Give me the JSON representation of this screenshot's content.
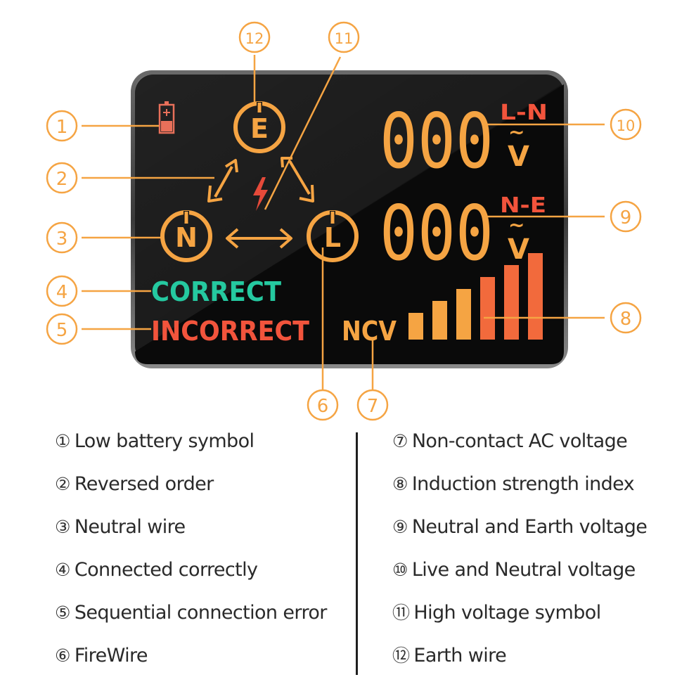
{
  "colors": {
    "accent": "#f5a443",
    "screen": "#121212",
    "correct": "#25c9a0",
    "incorrect": "#f2543c",
    "bar_high": "#f26a3c",
    "battery": "#e8705a"
  },
  "callouts": [
    "①",
    "②",
    "③",
    "④",
    "⑤",
    "⑥",
    "⑦",
    "⑧",
    "⑨",
    "⑩",
    "⑪",
    "⑫"
  ],
  "display": {
    "earth_symbol": "E",
    "neutral_symbol": "N",
    "live_symbol": "L",
    "correct_text": "CORRECT",
    "incorrect_text": "INCORRECT",
    "ncv_text": "NCV",
    "top_digits": "000",
    "top_label": "L-N",
    "bottom_digits": "000",
    "bottom_label": "N-E",
    "unit_symbol": "V",
    "ac_symbol": "~",
    "battery_icon": "battery-low-icon",
    "high_voltage_icon": "lightning-bolt-icon",
    "induction_bars": 6,
    "induction_bars_highlighted": 3
  },
  "legend": {
    "left": [
      {
        "num": "①",
        "text": "Low battery symbol"
      },
      {
        "num": "②",
        "text": "Reversed order"
      },
      {
        "num": "③",
        "text": "Neutral wire"
      },
      {
        "num": "④",
        "text": "Connected correctly"
      },
      {
        "num": "⑤",
        "text": "Sequential connection error"
      },
      {
        "num": "⑥",
        "text": "FireWire"
      }
    ],
    "right": [
      {
        "num": "⑦",
        "text": "Non-contact AC voltage"
      },
      {
        "num": "⑧",
        "text": "Induction strength index"
      },
      {
        "num": "⑨",
        "text": "Neutral and Earth voltage"
      },
      {
        "num": "⑩",
        "text": "Live and Neutral voltage"
      },
      {
        "num": "⑪",
        "text": "High voltage symbol"
      },
      {
        "num": "⑫",
        "text": "Earth wire"
      }
    ]
  }
}
